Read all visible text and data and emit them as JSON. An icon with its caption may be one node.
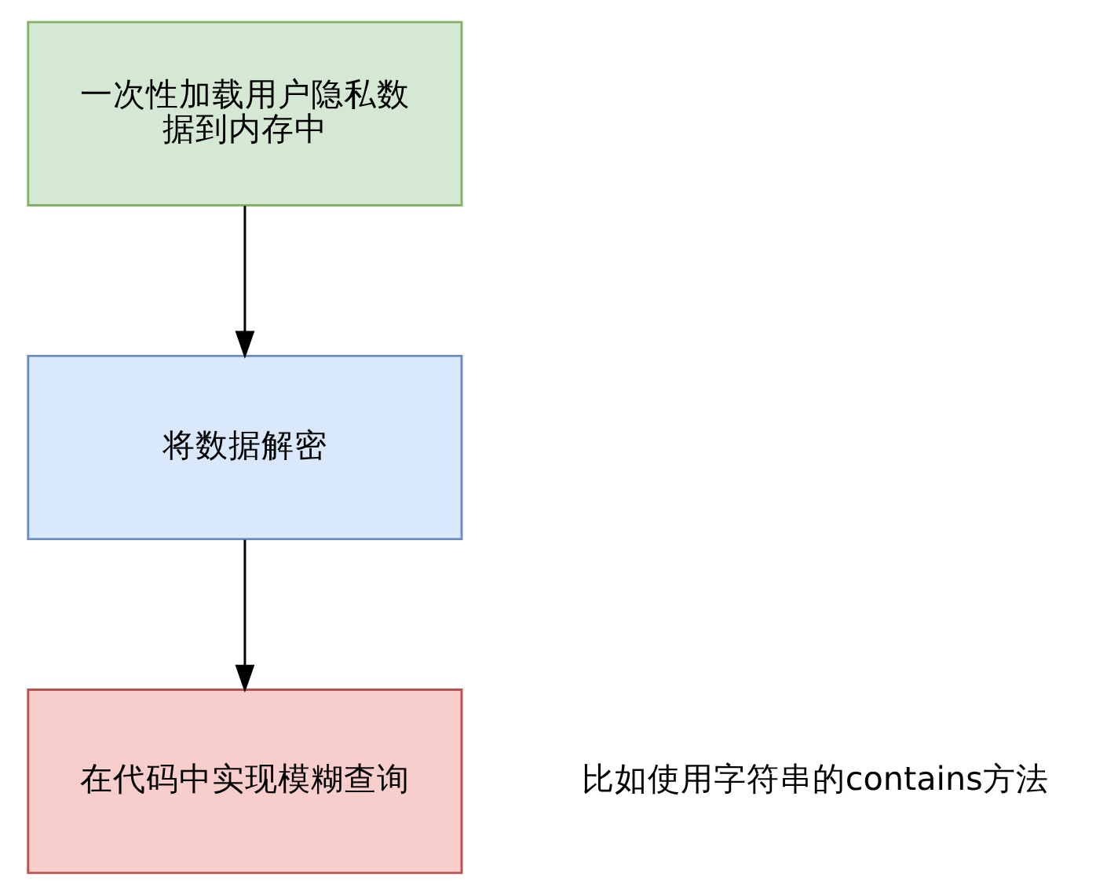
{
  "diagram": {
    "nodes": [
      {
        "text": [
          "一次性加载用户隐私数据到内存中"
        ]
      },
      {
        "text": [
          "将数据解密"
        ]
      },
      {
        "text": [
          "在代码中实现模糊查询"
        ],
        "beside": [
          "比如使用字符串的contains方法"
        ]
      }
    ],
    "edges": [
      {
        "from": 0,
        "to": 1,
        "arrow": "to"
      },
      {
        "from": 1,
        "to": 2,
        "arrow": "to"
      }
    ]
  }
}
